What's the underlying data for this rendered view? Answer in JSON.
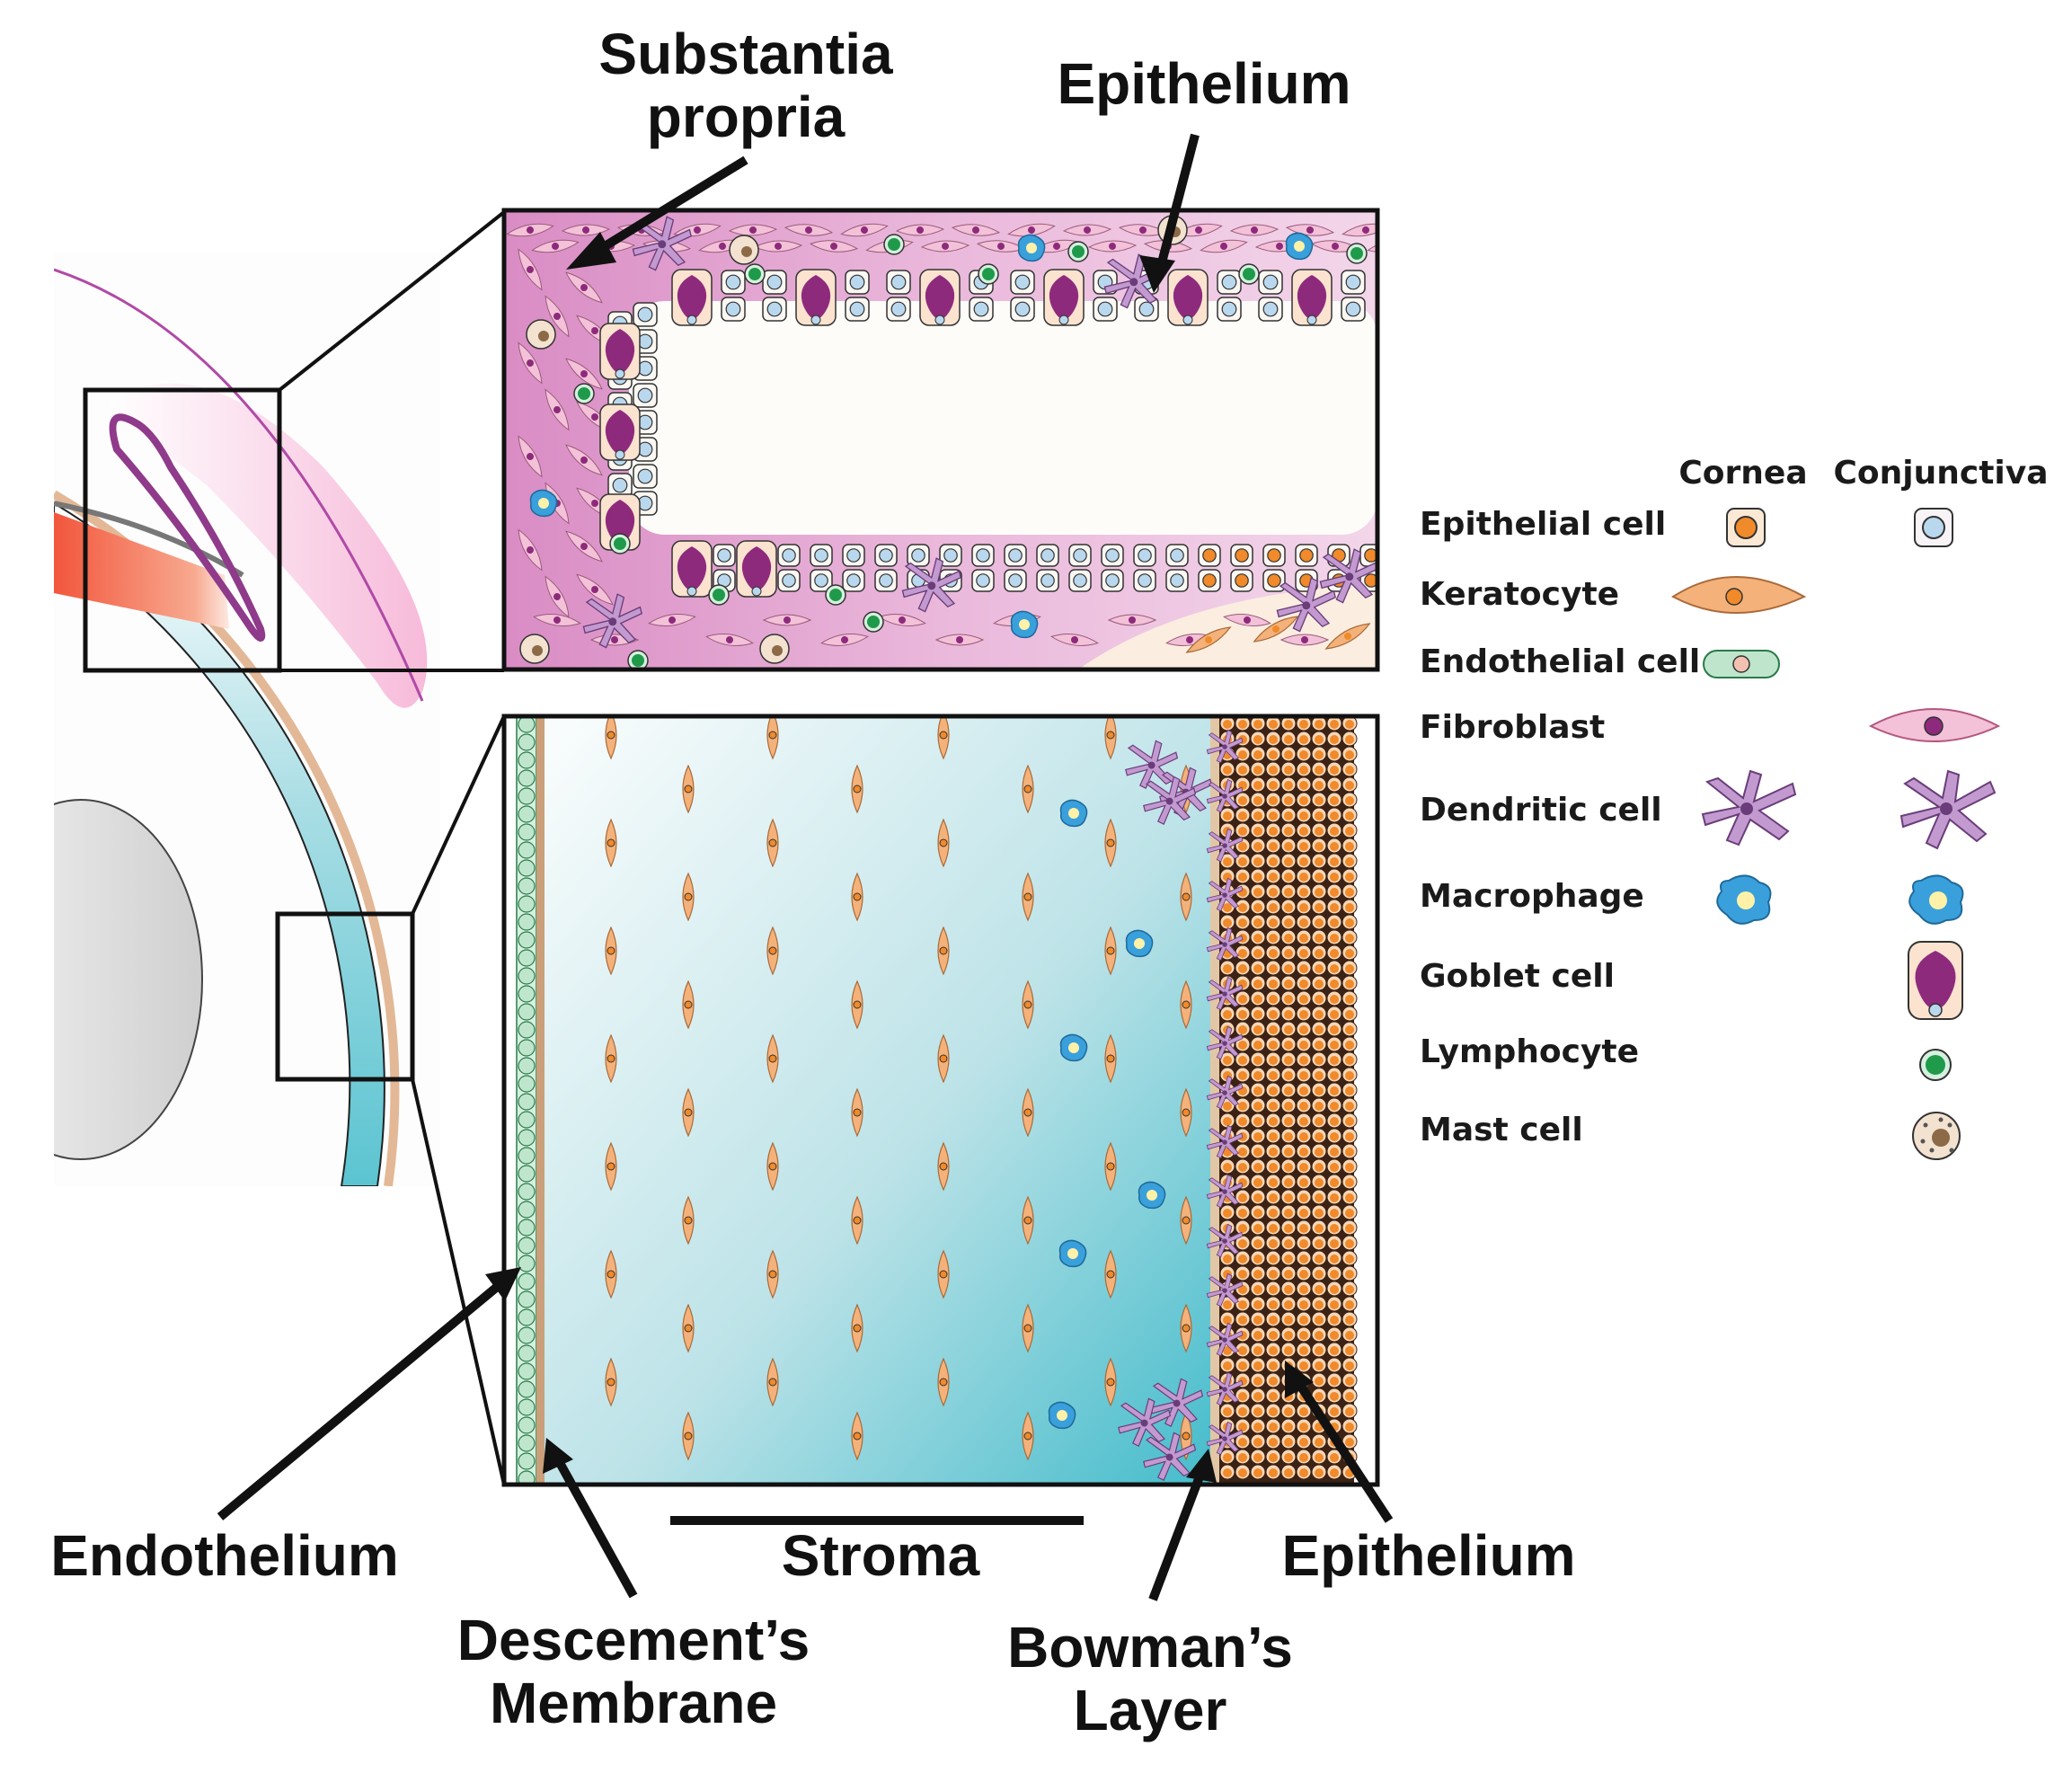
{
  "labels": {
    "substantia_propria": [
      "Substantia",
      "propria"
    ],
    "epithelium_top": "Epithelium",
    "endothelium": "Endothelium",
    "descemets": [
      "Descement’s",
      "Membrane"
    ],
    "stroma": "Stroma",
    "bowmans": [
      "Bowman’s",
      "Layer"
    ],
    "epithelium_bottom": "Epithelium"
  },
  "legend": {
    "columns": [
      "Cornea",
      "Conjunctiva"
    ],
    "rows": [
      {
        "label": "Epithelial cell",
        "cornea_icon": "epithelial-cell-cornea-icon",
        "conj_icon": "epithelial-cell-conjunctiva-icon"
      },
      {
        "label": "Keratocyte",
        "cornea_icon": "keratocyte-icon",
        "conj_icon": ""
      },
      {
        "label": "Endothelial cell",
        "cornea_icon": "endothelial-cell-icon",
        "conj_icon": ""
      },
      {
        "label": "Fibroblast",
        "cornea_icon": "",
        "conj_icon": "fibroblast-icon"
      },
      {
        "label": "Dendritic cell",
        "cornea_icon": "dendritic-cell-cornea-icon",
        "conj_icon": "dendritic-cell-conjunctiva-icon"
      },
      {
        "label": "Macrophage",
        "cornea_icon": "macrophage-cornea-icon",
        "conj_icon": "macrophage-conjunctiva-icon"
      },
      {
        "label": "Goblet cell",
        "cornea_icon": "",
        "conj_icon": "goblet-cell-icon"
      },
      {
        "label": "Lymphocyte",
        "cornea_icon": "",
        "conj_icon": "lymphocyte-icon"
      },
      {
        "label": "Mast cell",
        "cornea_icon": "",
        "conj_icon": "mast-cell-icon"
      }
    ]
  },
  "colors": {
    "conjunctiva_tissue": "#e8a6d2",
    "cornea_stroma_light": "#f7fbfc",
    "cornea_stroma_dark": "#55c2cf",
    "keratocyte": "#f4b27a",
    "goblet": "#8e2a7c",
    "epithelial_conj": "#b9d8ee",
    "epithelial_cornea": "#f08a2a",
    "endothelial": "#bfe6cc",
    "lymphocyte": "#1f9a4a",
    "macrophage": "#3aa0dc",
    "dendritic": "#a56bb0",
    "fibroblast": "#f3c1d8",
    "lens": "#d5d5d5",
    "iris": "#f2684c"
  }
}
